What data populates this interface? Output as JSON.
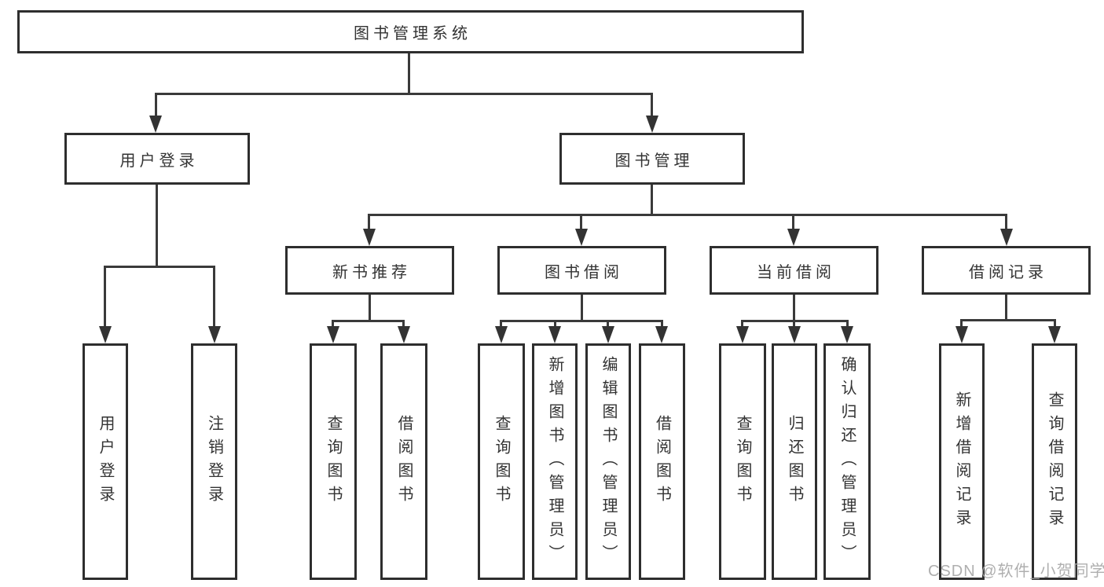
{
  "diagram": {
    "title": "图书管理系统",
    "type": "tree-hierarchy",
    "colors": {
      "background": "#ffffff",
      "box_border": "#2e2e2e",
      "box_fill": "#ffffff",
      "line": "#3a3a3a",
      "text": "#333333",
      "watermark": "#a8a8a8"
    },
    "nodes": {
      "root": {
        "label": "图书管理系统"
      },
      "user_login": {
        "label": "用户登录"
      },
      "book_mgmt": {
        "label": "图书管理"
      },
      "new_book_rec": {
        "label": "新书推荐"
      },
      "book_borrow": {
        "label": "图书借阅"
      },
      "current_borrow": {
        "label": "当前借阅"
      },
      "borrow_records": {
        "label": "借阅记录"
      },
      "leaf_user_login": {
        "label": "用户登录"
      },
      "leaf_logout": {
        "label": "注销登录"
      },
      "rec_query_book": {
        "label": "查询图书"
      },
      "rec_borrow_book": {
        "label": "借阅图书"
      },
      "bor_query_book": {
        "label": "查询图书"
      },
      "bor_add_book": {
        "label": "新增图书（管理员）"
      },
      "bor_edit_book": {
        "label": "编辑图书（管理员）"
      },
      "bor_borrow_book": {
        "label": "借阅图书"
      },
      "cur_query_book": {
        "label": "查询图书"
      },
      "cur_return_book": {
        "label": "归还图书"
      },
      "cur_confirm_return": {
        "label": "确认归还（管理员）"
      },
      "rcd_add_record": {
        "label": "新增借阅记录"
      },
      "rcd_query_record": {
        "label": "查询借阅记录"
      }
    },
    "edges": [
      [
        "root",
        "user_login"
      ],
      [
        "root",
        "book_mgmt"
      ],
      [
        "user_login",
        "leaf_user_login"
      ],
      [
        "user_login",
        "leaf_logout"
      ],
      [
        "book_mgmt",
        "new_book_rec"
      ],
      [
        "book_mgmt",
        "book_borrow"
      ],
      [
        "book_mgmt",
        "current_borrow"
      ],
      [
        "book_mgmt",
        "borrow_records"
      ],
      [
        "new_book_rec",
        "rec_query_book"
      ],
      [
        "new_book_rec",
        "rec_borrow_book"
      ],
      [
        "book_borrow",
        "bor_query_book"
      ],
      [
        "book_borrow",
        "bor_add_book"
      ],
      [
        "book_borrow",
        "bor_edit_book"
      ],
      [
        "book_borrow",
        "bor_borrow_book"
      ],
      [
        "current_borrow",
        "cur_query_book"
      ],
      [
        "current_borrow",
        "cur_return_book"
      ],
      [
        "current_borrow",
        "cur_confirm_return"
      ],
      [
        "borrow_records",
        "rcd_add_record"
      ],
      [
        "borrow_records",
        "rcd_query_record"
      ]
    ],
    "watermark": {
      "text": "CSDN @软件_小贺同学"
    }
  }
}
